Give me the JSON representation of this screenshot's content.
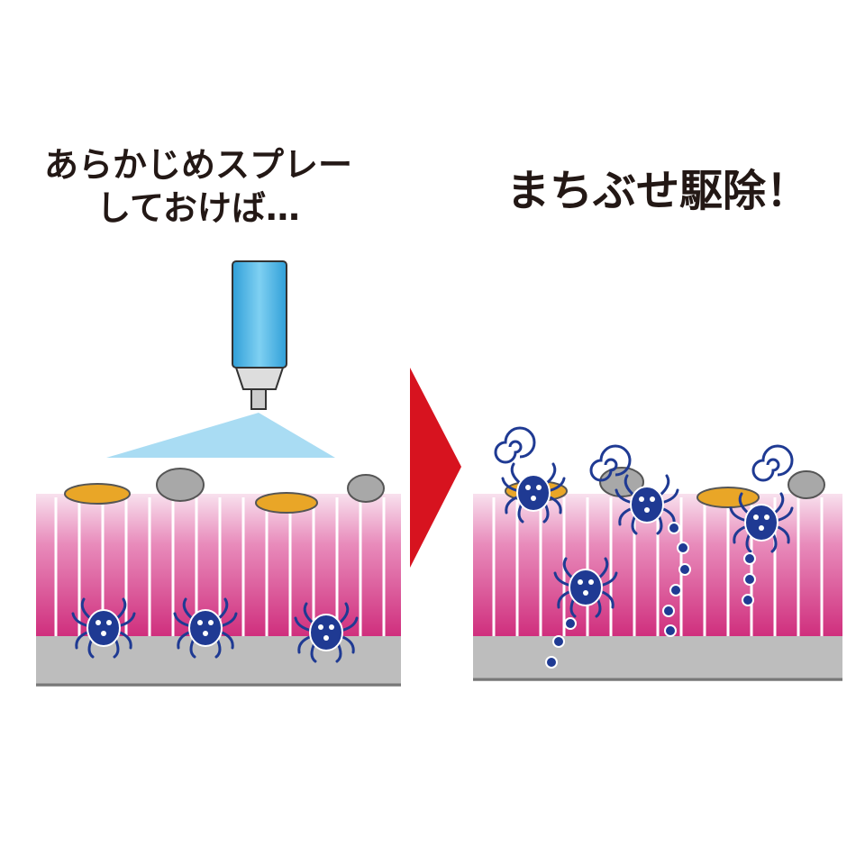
{
  "left_caption": {
    "line1": "あらかじめスプレー",
    "line2": "しておけば…"
  },
  "right_caption": "まちぶせ駆除！",
  "colors": {
    "text": "#231815",
    "arrow": "#d7131f",
    "carpet_top": "#f6d4e6",
    "carpet_bottom": "#cf2d7c",
    "base": "#bdbdbd",
    "mite": "#1f3a93",
    "can": "#4fb8e6",
    "spray": "#a9dcf3",
    "stain": "#e9a627",
    "dust": "#a8a8a8"
  }
}
